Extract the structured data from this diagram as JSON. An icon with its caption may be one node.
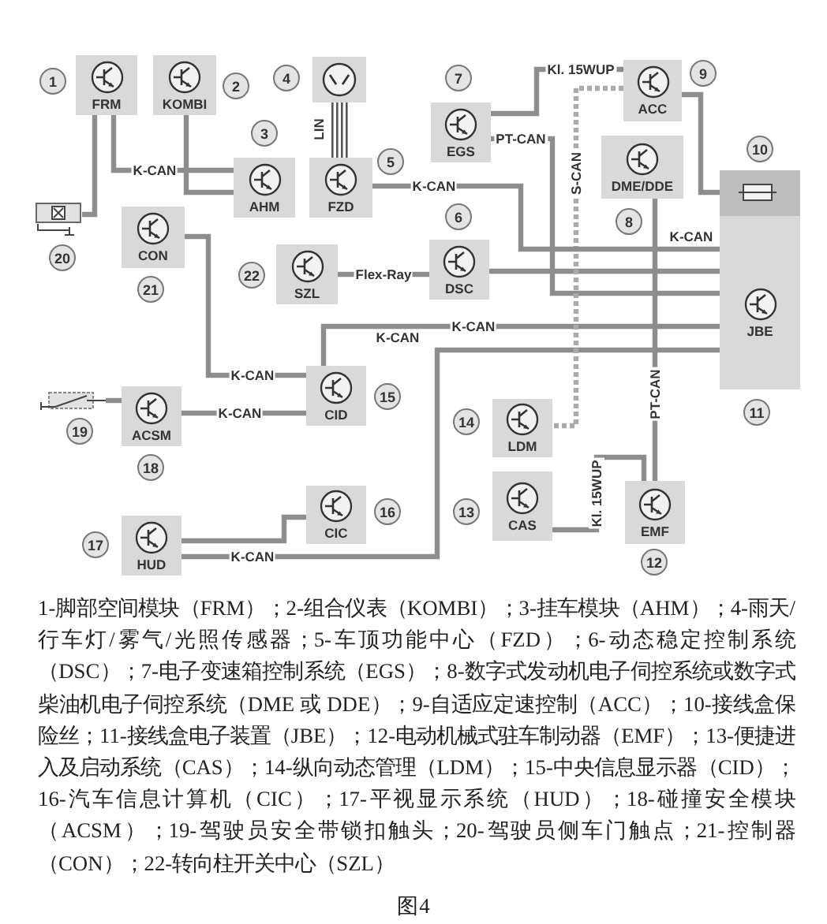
{
  "diagram": {
    "caption": "图4",
    "nodes": [
      {
        "text": [
          "FRM"
        ],
        "beside": [
          "1"
        ]
      },
      {
        "text": [
          "KOMBI"
        ],
        "beside": [
          "2"
        ]
      },
      {
        "text": [],
        "shape": "box",
        "beside": [
          "4"
        ]
      },
      {
        "text": [
          "AHM"
        ],
        "beside": [
          "3"
        ]
      },
      {
        "text": [
          "FZD"
        ],
        "beside": [
          "5"
        ]
      },
      {
        "text": [],
        "shape": "box",
        "beside": [
          "20"
        ]
      },
      {
        "text": [
          "CON"
        ],
        "beside": [
          "21"
        ]
      },
      {
        "text": [
          "SZL"
        ],
        "beside": [
          "22"
        ]
      },
      {
        "text": [
          "EGS"
        ],
        "beside": [
          "7"
        ]
      },
      {
        "text": [
          "DSC"
        ],
        "beside": [
          "6"
        ]
      },
      {
        "text": [
          "ACC"
        ],
        "beside": [
          "9"
        ]
      },
      {
        "text": [
          "DME/DDE"
        ],
        "beside": [
          "8"
        ]
      },
      {
        "text": [
          "JBE"
        ],
        "beside": [
          "11"
        ]
      },
      {
        "text": [],
        "shape": "box",
        "in": 12,
        "beside": [
          "10"
        ]
      },
      {
        "text": [
          "CID"
        ],
        "beside": [
          "15"
        ]
      },
      {
        "text": [],
        "shape": "box",
        "beside": [
          "19"
        ]
      },
      {
        "text": [
          "ACSM"
        ],
        "beside": [
          "18"
        ]
      },
      {
        "text": [
          "LDM"
        ],
        "beside": [
          "14"
        ]
      },
      {
        "text": [
          "CAS"
        ],
        "beside": [
          "13"
        ]
      },
      {
        "text": [
          "EMF"
        ],
        "beside": [
          "12"
        ]
      },
      {
        "text": [
          "CIC"
        ],
        "beside": [
          "16"
        ]
      },
      {
        "text": [
          "HUD"
        ],
        "beside": [
          "17"
        ]
      }
    ],
    "edges": [
      {
        "from": 0,
        "to": 3,
        "arrow": "none",
        "label": "K-CAN"
      },
      {
        "from": 1,
        "to": 3,
        "arrow": "none"
      },
      {
        "from": 2,
        "to": 4,
        "arrow": "none",
        "label": "LIN"
      },
      {
        "from": 5,
        "to": 0,
        "arrow": "none"
      },
      {
        "from": 6,
        "to": 14,
        "arrow": "none",
        "label": "K-CAN"
      },
      {
        "from": 16,
        "to": 14,
        "arrow": "none",
        "label": "K-CAN"
      },
      {
        "from": 14,
        "to": 12,
        "arrow": "none",
        "label": "K-CAN"
      },
      {
        "from": 21,
        "to": 12,
        "arrow": "none",
        "label": "K-CAN"
      },
      {
        "from": 20,
        "to": 21,
        "arrow": "none"
      },
      {
        "from": 7,
        "to": 9,
        "arrow": "none",
        "label": "Flex-Ray"
      },
      {
        "from": 9,
        "to": 12,
        "arrow": "none"
      },
      {
        "from": 8,
        "to": 12,
        "arrow": "none",
        "label": "PT-CAN"
      },
      {
        "from": 11,
        "to": 19,
        "arrow": "none",
        "label": "PT-CAN"
      },
      {
        "from": 10,
        "to": 13,
        "arrow": "none"
      },
      {
        "from": 10,
        "to": 17,
        "arrow": "none",
        "label": "S-CAN",
        "style": "dashed"
      },
      {
        "from": 10,
        "to": 8,
        "arrow": "none",
        "label": "Kl. 15WUP"
      },
      {
        "from": 18,
        "to": 19,
        "arrow": "none",
        "label": "Kl. 15WUP"
      },
      {
        "from": 4,
        "to": 12,
        "arrow": "none",
        "label": "K-CAN"
      },
      {
        "from": 15,
        "to": 16,
        "arrow": "none"
      }
    ],
    "labels": [
      "K-CAN",
      "K-CAN",
      "1-脚部空间模块（FRM）；2-组合仪表（KOMBI）；3-挂车模块（AHM）；4-雨天/行车灯/雾气/光照传感器；5-车顶功能中心（FZD）；6-动态稳定控制系统（DSC）；7-电子变速箱控制系统（EGS）；8-数字式发动机电子伺控系统或数字式柴油机电子伺控系统（DME 或 DDE）；9-自适应定速控制（ACC）；10-接线盒保险丝；11-接线盒电子装置（JBE）；12-电动机械式驻车制动器（EMF）；13-便捷进入及启动系统（CAS）；14-纵向动态管理（LDM）；15-中央信息显示器（CID）；16-汽车信息计算机（CIC）；17-平视显示系统（HUD）；18-碰撞安全模块（ACSM）；19-驾驶员安全带锁扣触头；20-驾驶员侧车门触点；21-控制器（CON）；22-转向柱开关中心（SZL）"
    ]
  }
}
